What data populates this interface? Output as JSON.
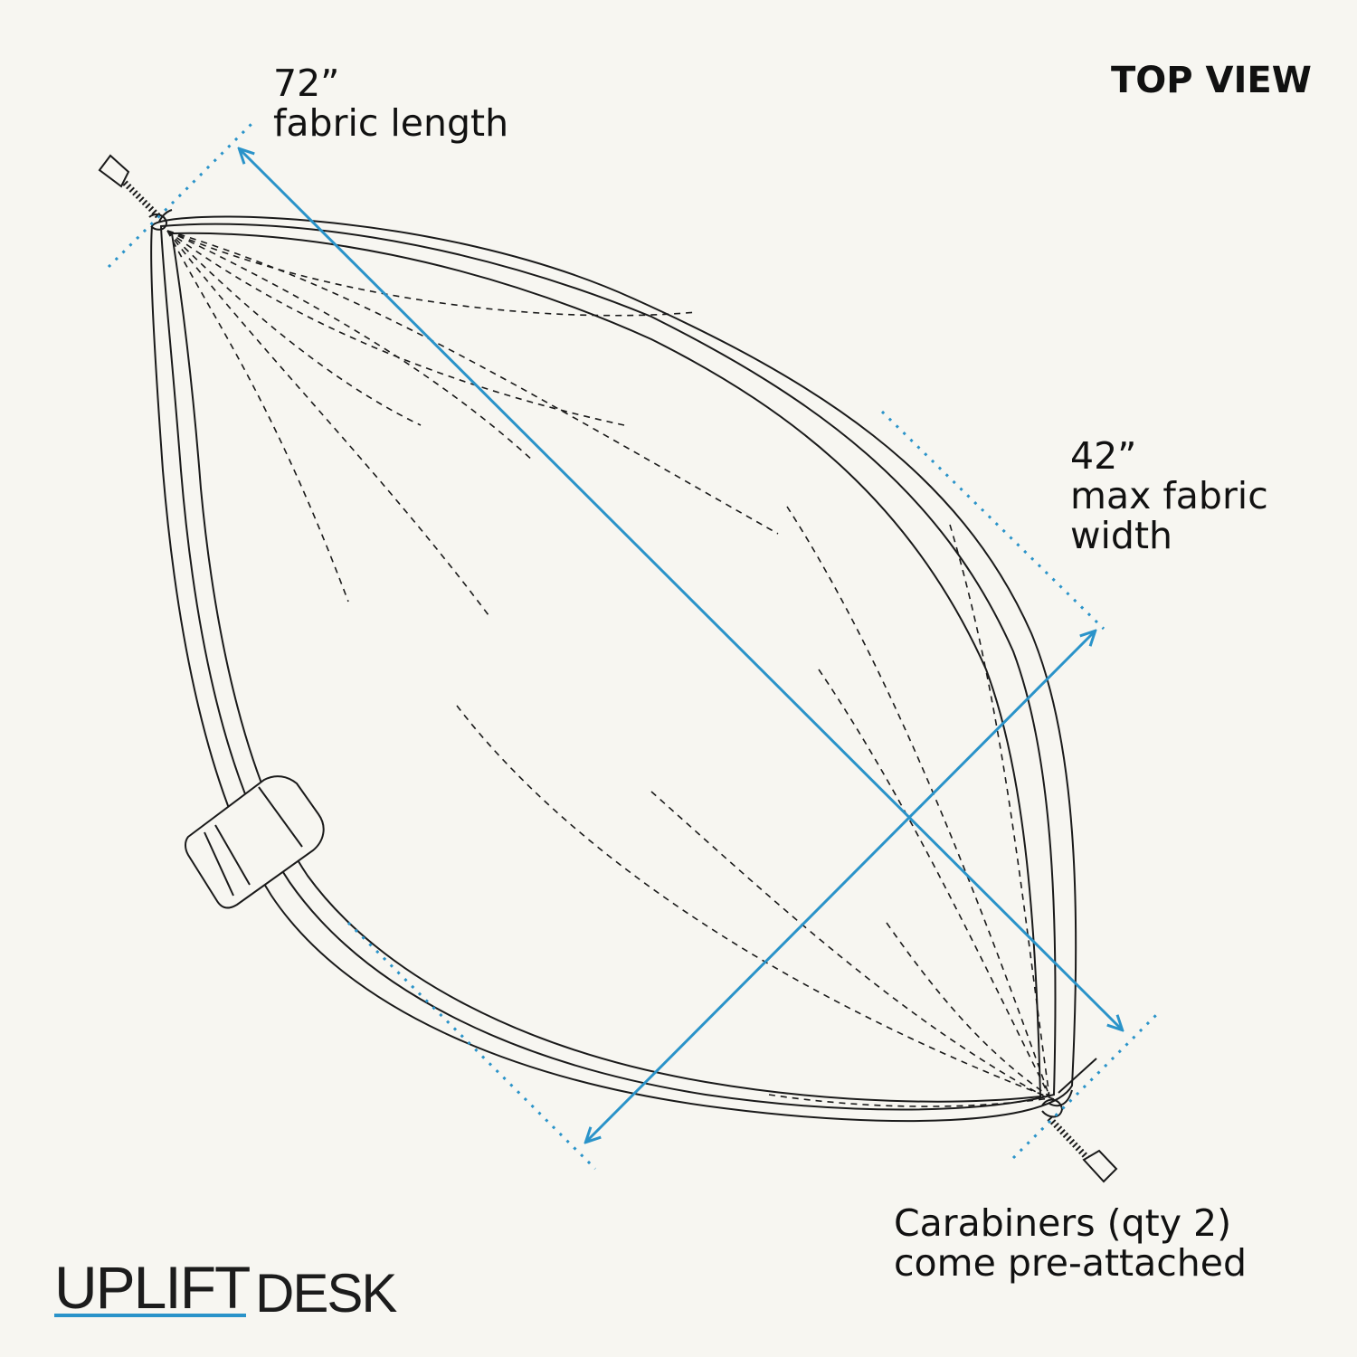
{
  "title": "TOP VIEW",
  "dimensions": {
    "length": {
      "value": "72”",
      "caption": "fabric length"
    },
    "width": {
      "value": "42”",
      "caption_line1": "max fabric",
      "caption_line2": "width"
    }
  },
  "carabiners": {
    "line1": "Carabiners (qty 2)",
    "line2": "come pre-attached"
  },
  "logo": {
    "word1": "UPLIFT",
    "word2": "DESK"
  },
  "colors": {
    "background": "#f7f6f1",
    "accent": "#2a93c9",
    "ink": "#111111"
  }
}
